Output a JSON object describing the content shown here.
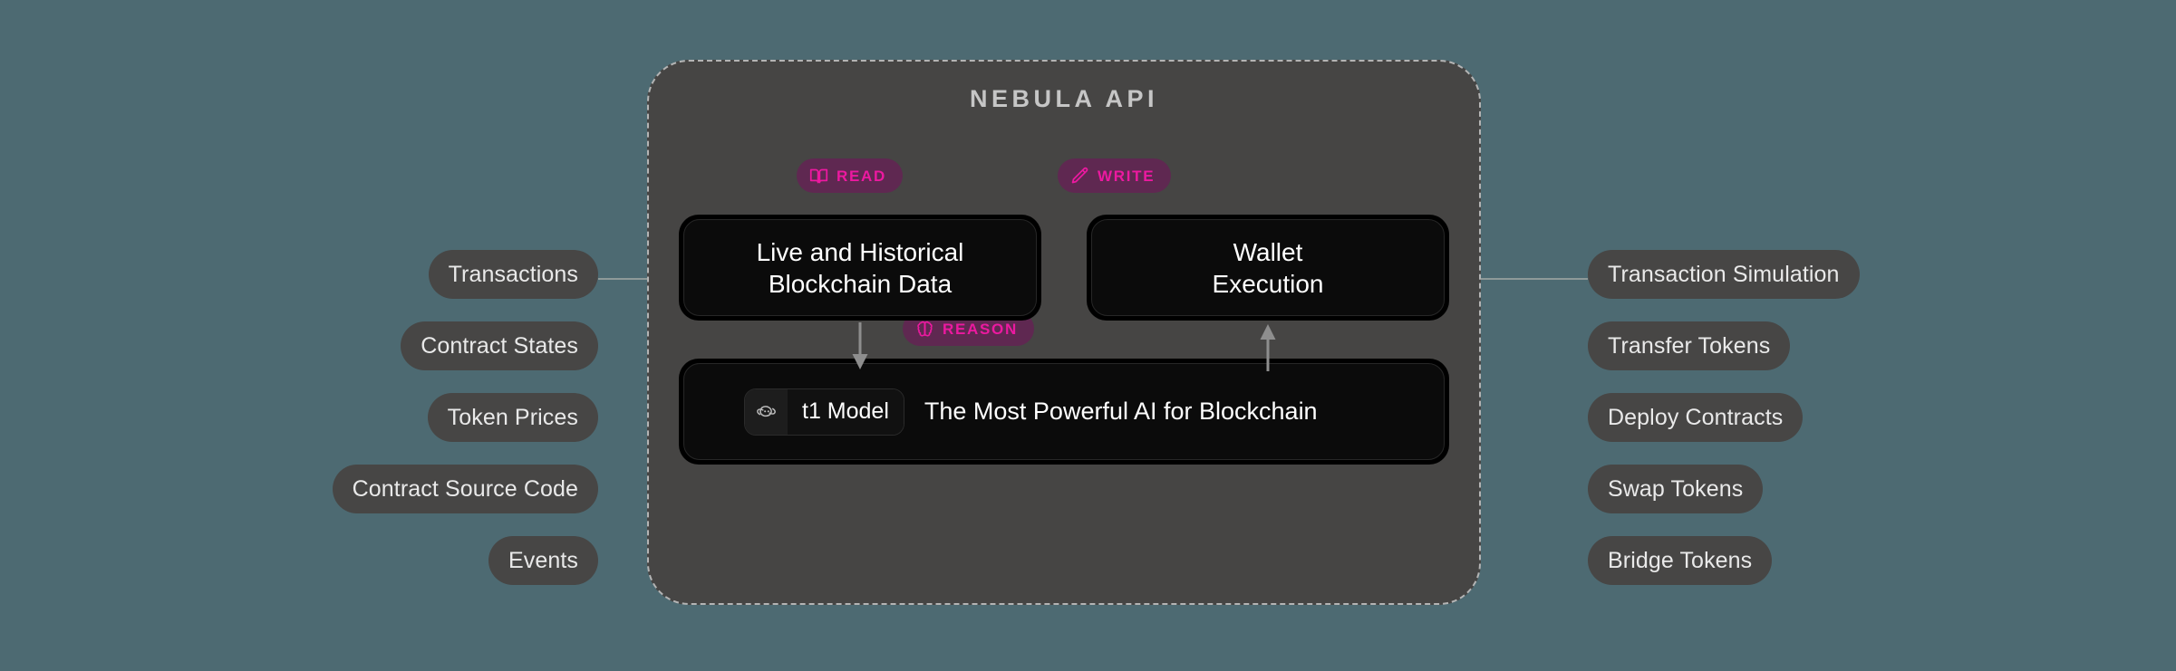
{
  "page": {
    "background_color": "#4d6a72"
  },
  "panel": {
    "title": "NEBULA API",
    "border_color": "#b4b4b4",
    "background_color": "#464544"
  },
  "badges": {
    "read": {
      "label": "READ",
      "icon": "book-icon",
      "color": "#ec19a0",
      "background": "#5f2851"
    },
    "write": {
      "label": "WRITE",
      "icon": "pencil-icon",
      "color": "#ec19a0",
      "background": "#5f2851"
    },
    "reason": {
      "label": "REASON",
      "icon": "brain-icon",
      "color": "#ec19a0",
      "background": "#5f2851"
    }
  },
  "boxes": {
    "read": {
      "line1": "Live and Historical",
      "line2": "Blockchain Data"
    },
    "write": {
      "line1": "Wallet",
      "line2": "Execution"
    },
    "reason": {
      "chip_icon": "t1-logo-icon",
      "chip_label": "t1 Model",
      "tagline": "The Most Powerful AI for Blockchain"
    }
  },
  "left_column": {
    "items": [
      {
        "label": "Transactions"
      },
      {
        "label": "Contract States"
      },
      {
        "label": "Token Prices"
      },
      {
        "label": "Contract Source Code"
      },
      {
        "label": "Events"
      }
    ]
  },
  "right_column": {
    "items": [
      {
        "label": "Transaction Simulation"
      },
      {
        "label": "Transfer Tokens"
      },
      {
        "label": "Deploy Contracts"
      },
      {
        "label": "Swap Tokens"
      },
      {
        "label": "Bridge Tokens"
      }
    ]
  }
}
